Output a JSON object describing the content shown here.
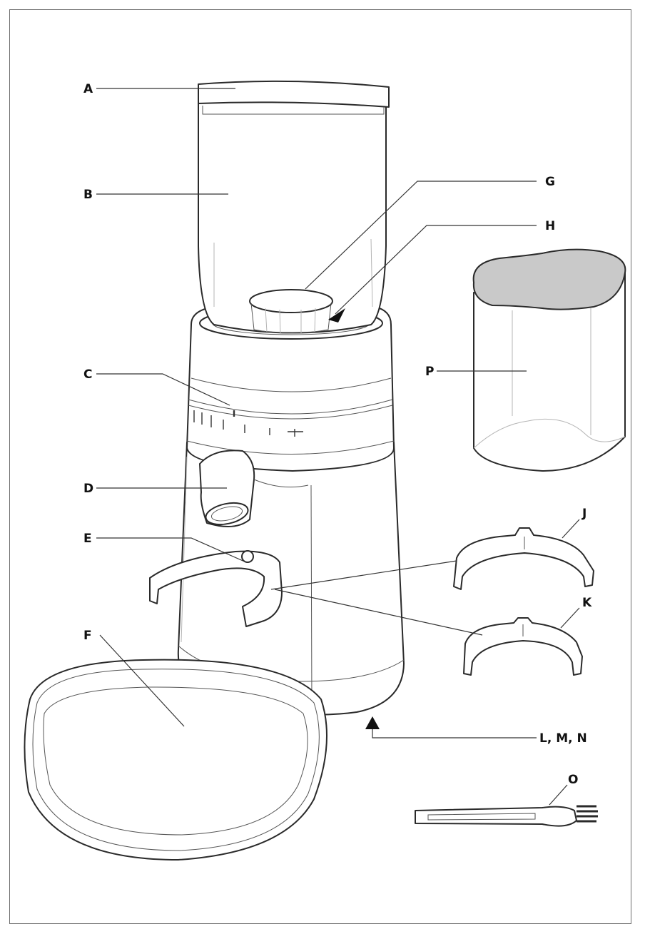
{
  "labels": {
    "A": "A",
    "B": "B",
    "C": "C",
    "D": "D",
    "E": "E",
    "F": "F",
    "G": "G",
    "H": "H",
    "J": "J",
    "K": "K",
    "LMN": "L, M, N",
    "O": "O",
    "P": "P"
  },
  "colors": {
    "outline": "#2a2a2a",
    "frame": "#6d6d6d",
    "container_lid": "#c9c9c9"
  }
}
